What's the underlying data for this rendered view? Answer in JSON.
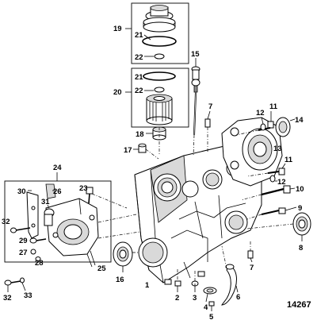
{
  "diagram": {
    "figure_number": "14267",
    "callouts": {
      "c1": "1",
      "c2": "2",
      "c3": "3",
      "c4": "4",
      "c5": "5",
      "c6": "6",
      "c7a": "7",
      "c7b": "7",
      "c8": "8",
      "c9": "9",
      "c10": "10",
      "c11a": "11",
      "c11b": "11",
      "c12a": "12",
      "c12b": "12",
      "c13": "13",
      "c14": "14",
      "c15": "15",
      "c16": "16",
      "c17": "17",
      "c18": "18",
      "c19": "19",
      "c20": "20",
      "c21a": "21",
      "c21b": "21",
      "c22a": "22",
      "c22b": "22",
      "c23": "23",
      "c24": "24",
      "c25": "25",
      "c26": "26",
      "c27": "27",
      "c28": "28",
      "c29": "29",
      "c30": "30",
      "c31": "31",
      "c32a": "32",
      "c32b": "32",
      "c33": "33"
    }
  }
}
